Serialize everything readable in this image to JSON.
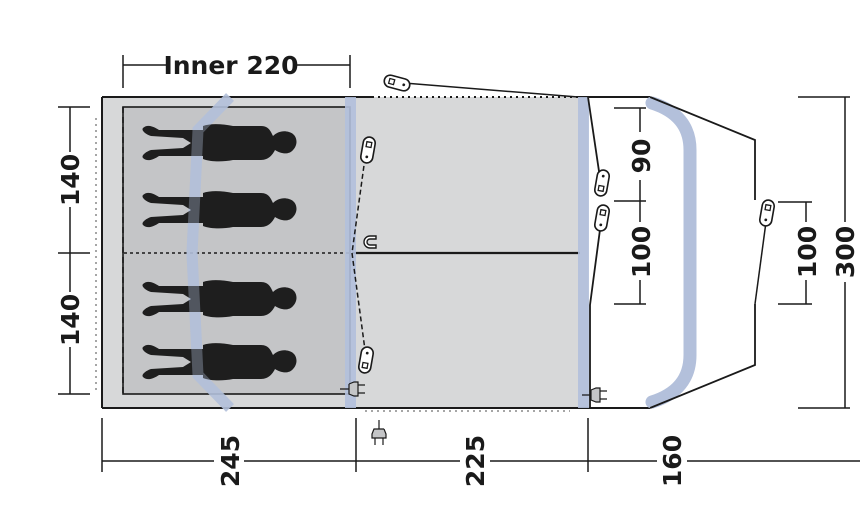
{
  "diagram": {
    "title": "Tent floor plan",
    "colors": {
      "floor": "#d7d8d9",
      "inner_tent": "#c4c5c7",
      "pole": "#b3c0db",
      "pole_edge": "#8f9fc4",
      "outline": "#1a1a1a",
      "person": "#1e1e1e"
    },
    "dimensions": {
      "inner_width": "Inner 220",
      "left_upper_height": "140",
      "left_lower_height": "140",
      "bedroom_length": "245",
      "living_length": "225",
      "porch_length": "160",
      "porch_door_upper": "90",
      "porch_door_lower": "100",
      "side_door": "100",
      "total_width": "300"
    },
    "sections": [
      {
        "name": "bedroom",
        "label": "245",
        "sleepers": 4
      },
      {
        "name": "living-area",
        "label": "225"
      },
      {
        "name": "porch",
        "label": "160"
      }
    ],
    "icons": [
      "person-icon",
      "magnet-icon",
      "power-plug-icon",
      "guy-line-peg-icon"
    ]
  }
}
